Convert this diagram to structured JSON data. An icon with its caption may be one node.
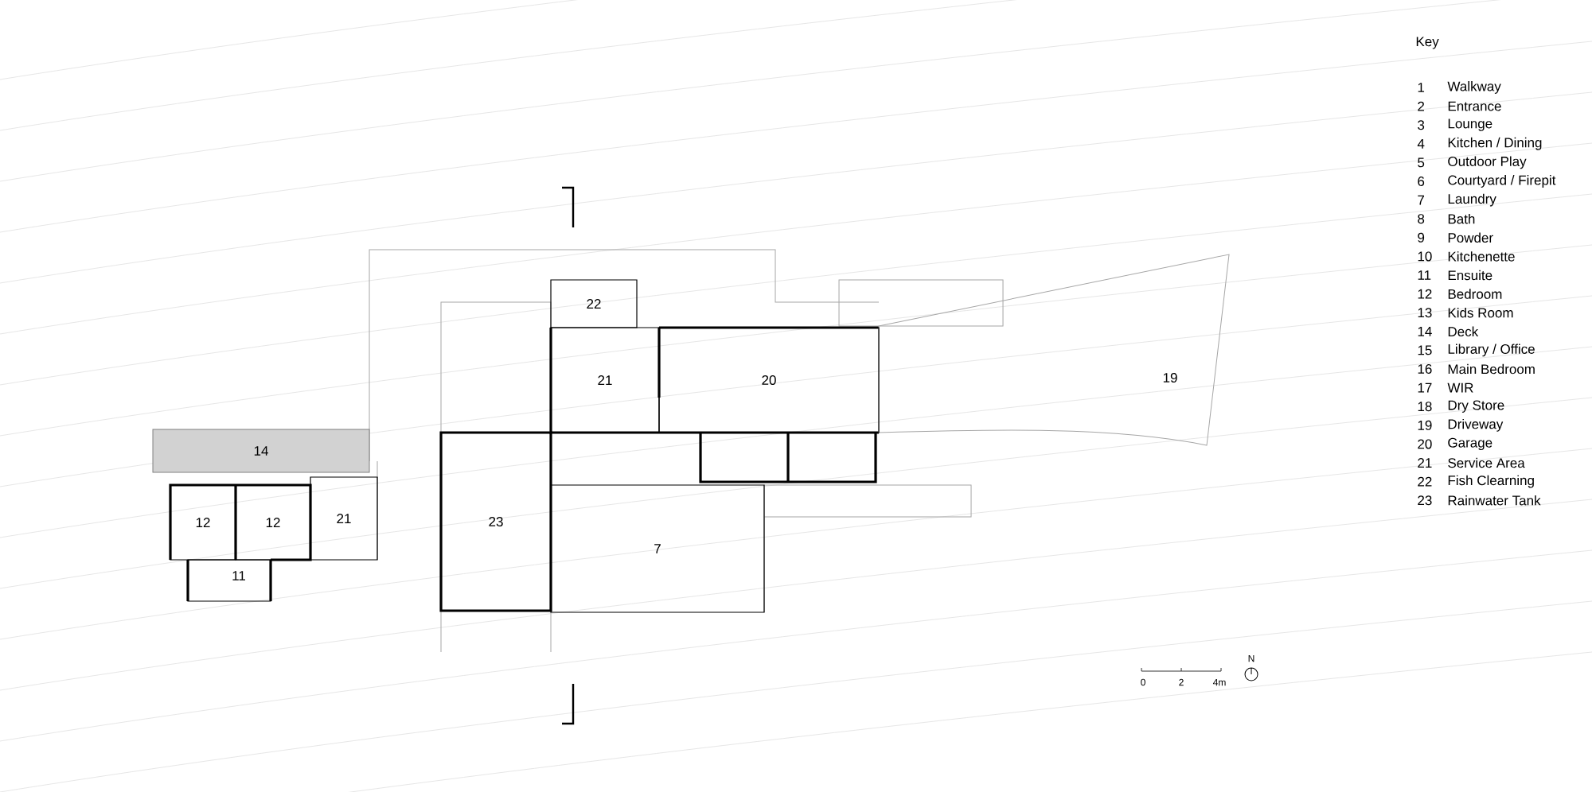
{
  "diagram": {
    "nodes": [
      {
        "text": [
          "22"
        ]
      },
      {
        "text": [
          "21"
        ]
      },
      {
        "text": [
          "20"
        ]
      },
      {
        "text": [
          "19"
        ]
      },
      {
        "text": [
          "14"
        ]
      },
      {
        "text": [
          "12"
        ]
      },
      {
        "text": [
          "12"
        ]
      },
      {
        "text": [
          "21"
        ]
      },
      {
        "text": [
          "23"
        ]
      },
      {
        "text": [
          "7"
        ]
      },
      {
        "text": [
          "11"
        ]
      }
    ],
    "labels": [
      "Key",
      "1",
      "Walkway",
      "2",
      "Entrance",
      "3",
      "Lounge",
      "4",
      "Kitchen / Dining",
      "5",
      "Outdoor Play",
      "6",
      "Courtyard / Firepit",
      "7",
      "Laundry",
      "8",
      "Bath",
      "9",
      "Powder",
      "10",
      "Kitchenette",
      "11",
      "Ensuite",
      "12",
      "Bedroom",
      "13",
      "Kids Room",
      "14",
      "Deck",
      "15",
      "Library / Office",
      "16",
      "Main Bedroom",
      "17",
      "WIR",
      "18",
      "Dry Store",
      "19",
      "Driveway",
      "20",
      "Garage",
      "21",
      "Service Area",
      "22",
      "Fish Clearning",
      "23",
      "Rainwater Tank",
      "0",
      "2",
      "4m",
      "N"
    ]
  }
}
